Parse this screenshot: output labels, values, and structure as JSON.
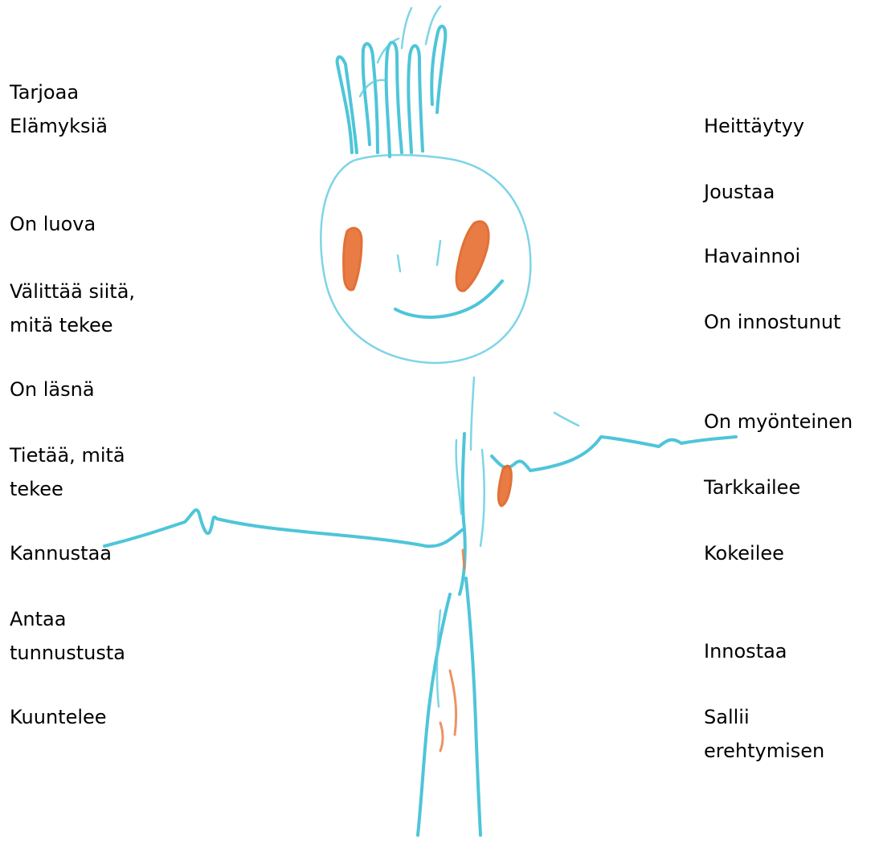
{
  "left_labels": [
    "Tarjoaa\nElämyksiä",
    "On luova",
    "Välittää siitä,\nmitä tekee",
    "On läsnä",
    "Tietää, mitä\ntekee",
    "Kannustaa",
    "Antaa\ntunnustusta",
    "Kuuntelee"
  ],
  "right_labels": [
    "Heittäytyy",
    "Joustaa",
    "Havainnoi",
    "On innostunut",
    "On myönteinen",
    "Tarkkailee",
    "Kokeilee",
    "Innostaa",
    "Sallii\nerehtymisen"
  ],
  "colors": {
    "drawing_line": "#3fc0d6",
    "drawing_cheeks": "#e8743a",
    "text": "#000000",
    "background": "#ffffff"
  }
}
